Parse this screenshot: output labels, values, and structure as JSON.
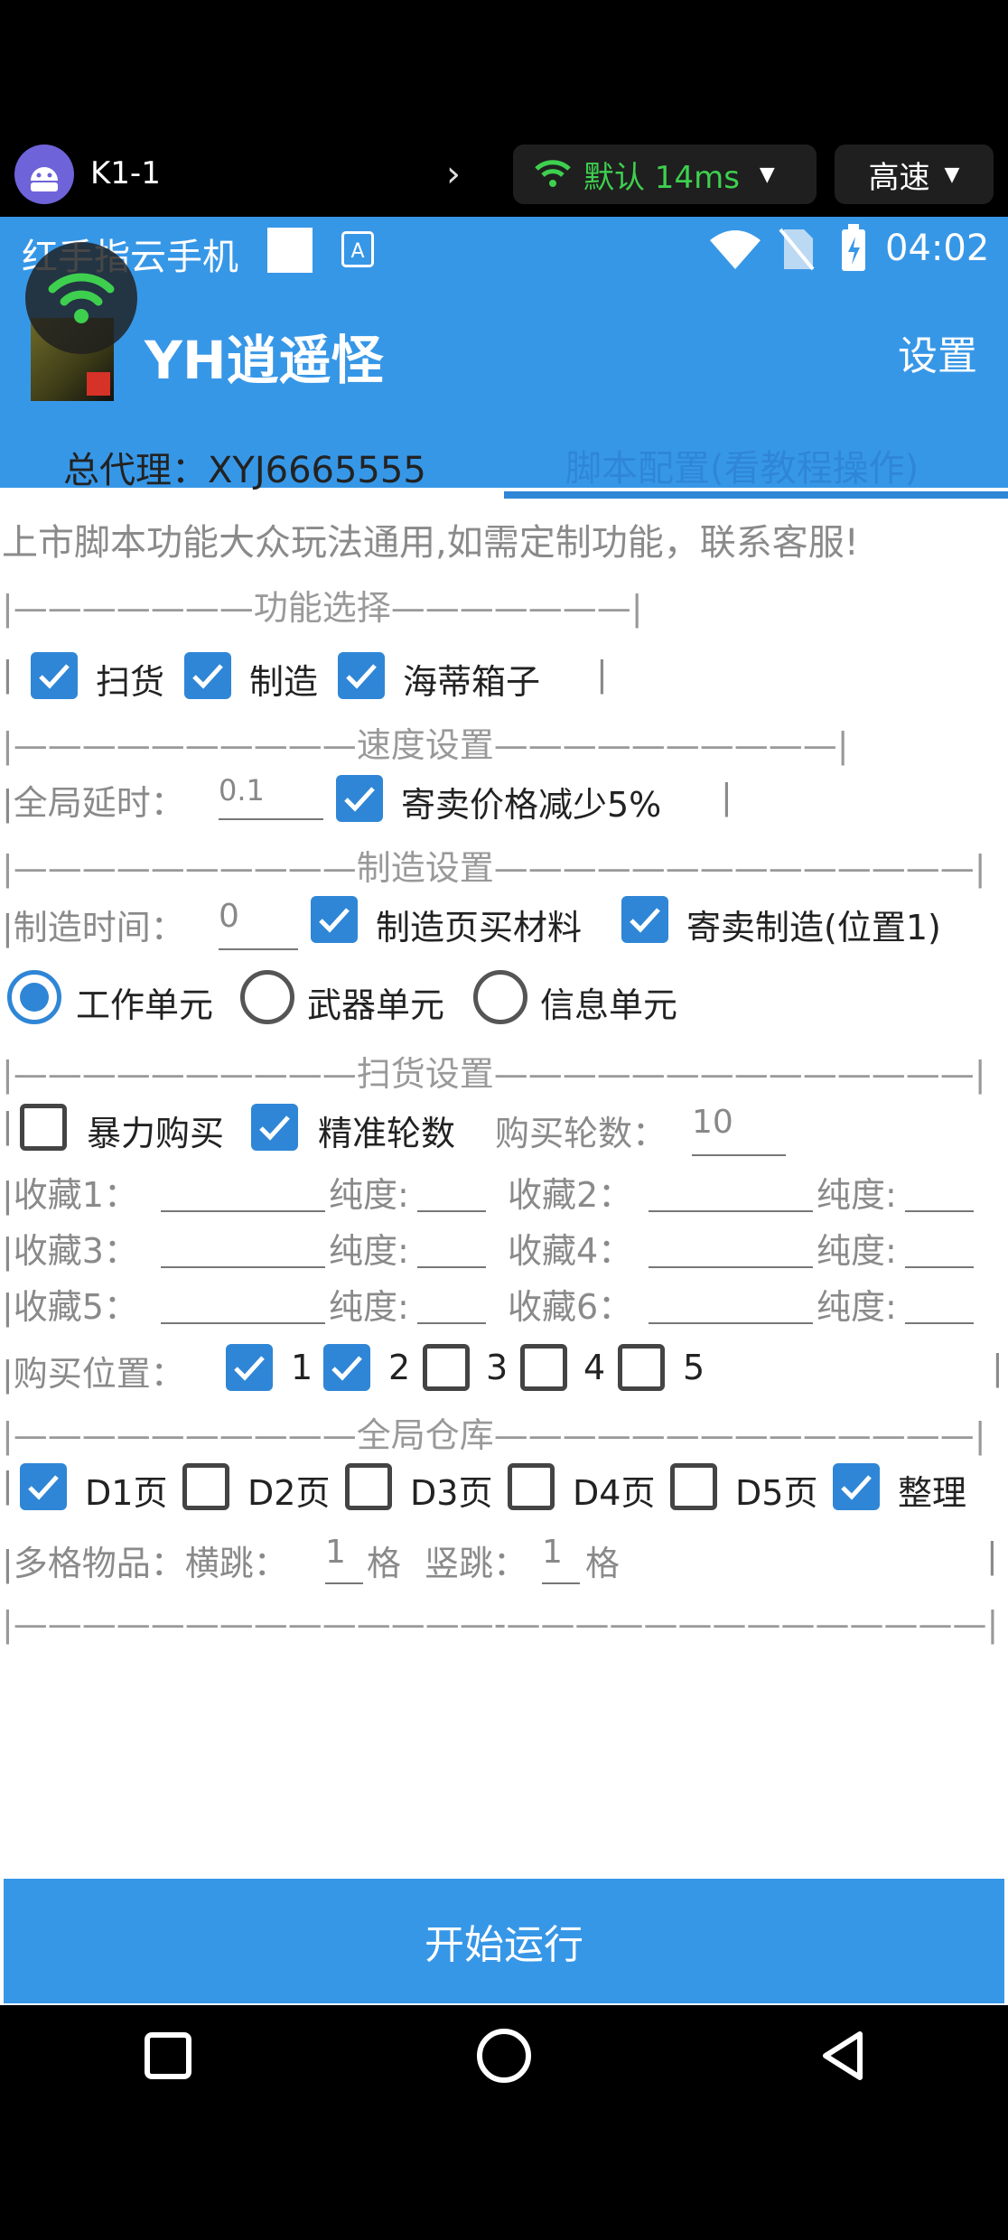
{
  "device": {
    "name": "K1-1",
    "network_label": "默认 14ms",
    "speed_label": "高速"
  },
  "statusbar": {
    "carrier": "红手指云手机",
    "time": "04:02"
  },
  "header": {
    "app_title": "YH逍遥怪",
    "settings_label": "设置"
  },
  "tabs": {
    "left": "总代理：XYJ6665555",
    "right": "脚本配置(看教程操作)"
  },
  "notice": "上市脚本功能大众玩法通用,如需定制功能，联系客服!",
  "sections": {
    "func": "|———————功能选择———————|",
    "speed": "|——————————速度设置——————————|",
    "make": "|——————————制造设置——————————————|",
    "sweep": "|——————————扫货设置——————————————|",
    "warehouse": "|——————————全局仓库——————————————|",
    "end": "|——————————————-——————————————|"
  },
  "func": {
    "scan": "扫货",
    "make": "制造",
    "box": "海蒂箱子"
  },
  "speed": {
    "delay_label": "|全局延时：",
    "delay_value": "0.1",
    "reduce_label": "寄卖价格减少5%"
  },
  "make": {
    "time_label": "|制造时间：",
    "time_value": "0",
    "buy_mat": "制造页买材料",
    "consign": "寄卖制造(位置1)",
    "radios": [
      "工作单元",
      "武器单元",
      "信息单元"
    ]
  },
  "sweep": {
    "force": "暴力购买",
    "precise": "精准轮数",
    "rounds_label": "购买轮数：",
    "rounds_value": "10",
    "fav_rows": [
      {
        "a": "|收藏1：",
        "ap": "纯度:",
        "b": "收藏2：",
        "bp": "纯度:"
      },
      {
        "a": "|收藏3：",
        "ap": "纯度:",
        "b": "收藏4：",
        "bp": "纯度:"
      },
      {
        "a": "|收藏5：",
        "ap": "纯度:",
        "b": "收藏6：",
        "bp": "纯度:"
      }
    ],
    "pos_label": "|购买位置：",
    "positions": [
      "1",
      "2",
      "3",
      "4",
      "5"
    ]
  },
  "warehouse": {
    "pages": [
      "D1页",
      "D2页",
      "D3页",
      "D4页",
      "D5页"
    ],
    "tidy": "整理",
    "multi_label": "|多格物品：横跳：",
    "h_value": "1",
    "unit1": "格",
    "v_label": "竖跳：",
    "v_value": "1",
    "unit2": "格"
  },
  "start_button": "开始运行",
  "colors": {
    "accent": "#3797e7",
    "checkbox": "#2f86d6",
    "wifi_green": "#3ecf4f"
  }
}
